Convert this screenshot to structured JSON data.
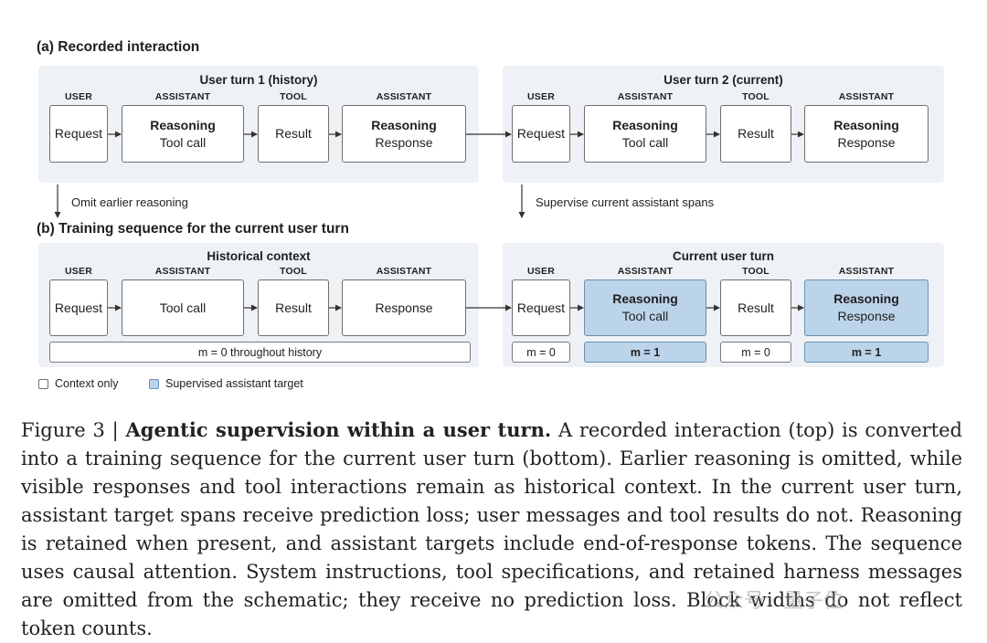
{
  "figure": {
    "section_a_title": "(a) Recorded interaction",
    "section_b_title": "(b) Training sequence for the current user turn",
    "panels": {
      "a_history_title": "User turn 1 (history)",
      "a_current_title": "User turn 2 (current)",
      "b_history_title": "Historical context",
      "b_current_title": "Current user turn"
    },
    "roles": {
      "user": "USER",
      "assistant": "ASSISTANT",
      "tool": "TOOL"
    },
    "blocks": {
      "request": "Request",
      "reasoning": "Reasoning",
      "tool_call": "Tool call",
      "result": "Result",
      "response": "Response"
    },
    "arrows": {
      "omit_note": "Omit earlier reasoning",
      "supervise_note": "Supervise current assistant spans"
    },
    "masks": {
      "history": "m = 0 throughout history",
      "zero": "m = 0",
      "one": "m = 1"
    },
    "legend": {
      "context_only": "Context only",
      "supervised": "Supervised assistant target"
    },
    "colors": {
      "supervised_fill": "#bcd4ea",
      "panel_bg": "#eef2f6"
    }
  },
  "caption": {
    "label": "Figure 3 | ",
    "title": "Agentic supervision within a user turn.",
    "body": " A recorded interaction (top) is converted into a training sequence for the current user turn (bottom). Earlier reasoning is omitted, while visible responses and tool interactions remain as historical context. In the current user turn, assistant target spans receive prediction loss; user messages and tool results do not. Reasoning is retained when present, and assistant targets include end-of-response tokens. The sequence uses causal attention. System instructions, tool specifications, and retained harness messages are omitted from the schematic; they receive no prediction loss. Block widths do not reflect token counts."
  },
  "watermark": "公众号 · 量子位"
}
